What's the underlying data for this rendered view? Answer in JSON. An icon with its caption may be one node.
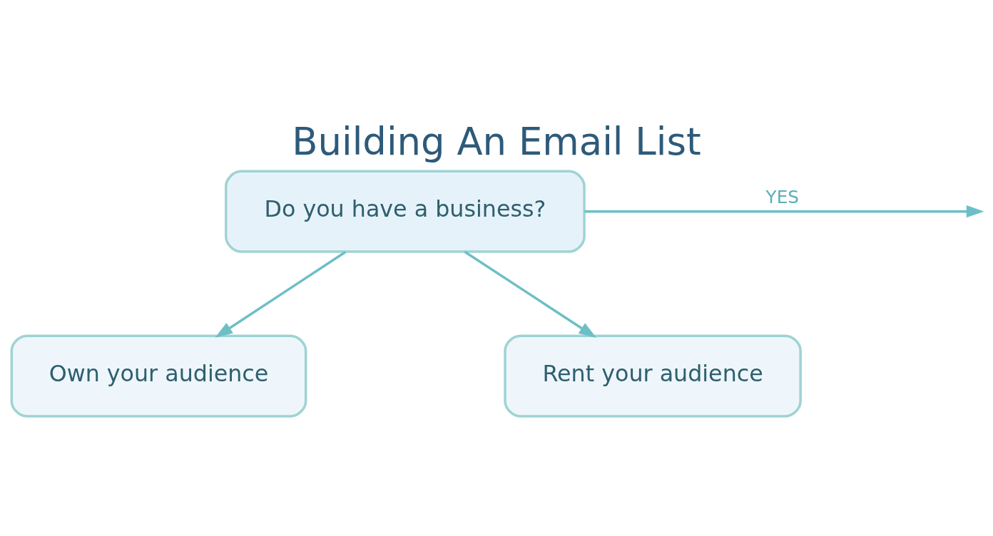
{
  "diagram": {
    "title": "Building An Email List",
    "nodes": [
      {
        "text": [
          "Do you have a business?"
        ]
      },
      {
        "text": [
          "Own your audience"
        ]
      },
      {
        "text": [
          "Rent your audience"
        ]
      }
    ],
    "edges": [
      {
        "from": 0,
        "to": null,
        "arrow": "to",
        "label": "YES"
      },
      {
        "from": 0,
        "to": 1,
        "arrow": "to"
      },
      {
        "from": 0,
        "to": 2,
        "arrow": "to"
      }
    ]
  }
}
